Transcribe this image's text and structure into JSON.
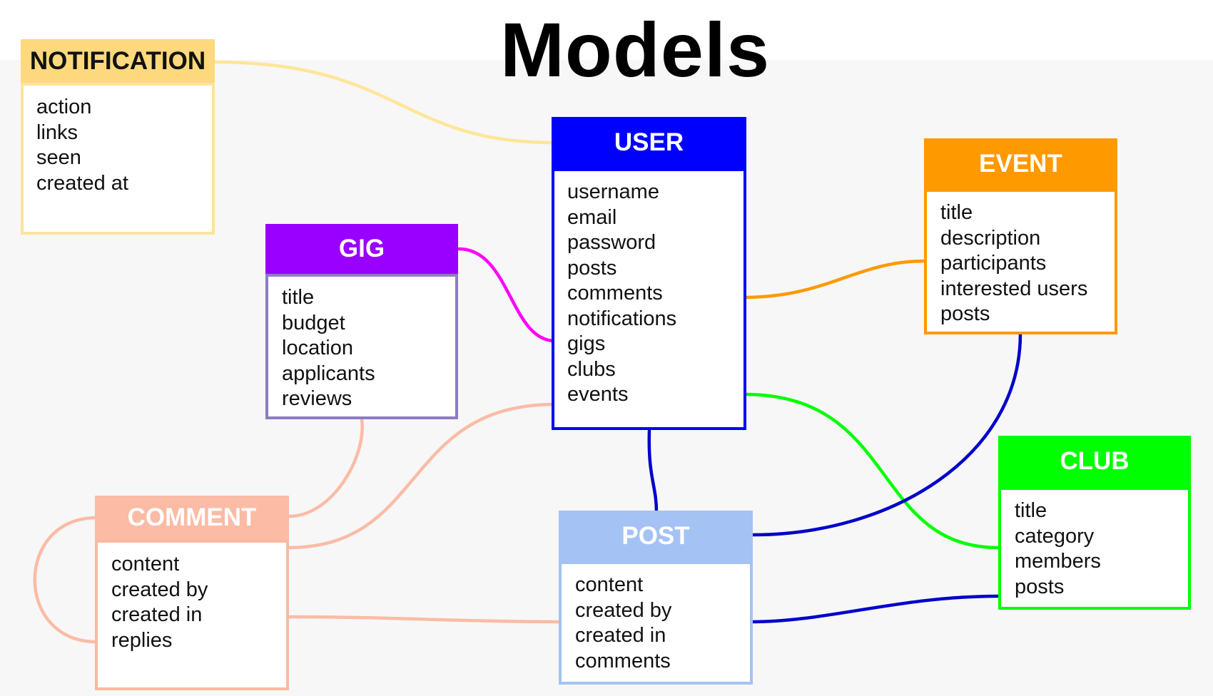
{
  "title": "Models",
  "models": {
    "notification": {
      "name": "NOTIFICATION",
      "color": "#fdd87c",
      "border": "#fde39e",
      "text_color": "#111111",
      "fields": [
        "action",
        "links",
        "seen",
        "created at"
      ]
    },
    "user": {
      "name": "USER",
      "color": "#0000ff",
      "border": "#0000ff",
      "text_color": "#ffffff",
      "fields": [
        "username",
        "email",
        "password",
        "posts",
        "comments",
        "notifications",
        "gigs",
        "clubs",
        "events"
      ]
    },
    "event": {
      "name": "EVENT",
      "color": "#ff9900",
      "border": "#ff9900",
      "text_color": "#ffffff",
      "fields": [
        "title",
        "description",
        "participants",
        "interested users",
        "posts"
      ]
    },
    "gig": {
      "name": "GIG",
      "color": "#9900ff",
      "border": "#8e7cc3",
      "text_color": "#ffffff",
      "fields": [
        "title",
        "budget",
        "location",
        "applicants",
        "reviews"
      ]
    },
    "club": {
      "name": "CLUB",
      "color": "#00ff00",
      "border": "#00ff00",
      "text_color": "#ffffff",
      "fields": [
        "title",
        "category",
        "members",
        "posts"
      ]
    },
    "comment": {
      "name": "COMMENT",
      "color": "#fbbba5",
      "border": "#f9b9a0",
      "text_color": "#ffffff",
      "fields": [
        "content",
        "created by",
        "created in",
        "replies"
      ]
    },
    "post": {
      "name": "POST",
      "color": "#a4c2f4",
      "border": "#a4c2f4",
      "text_color": "#ffffff",
      "fields": [
        "content",
        "created by",
        "created in",
        "comments"
      ]
    }
  },
  "connections": [
    {
      "from": "notification",
      "to": "user",
      "color": "#ffe599"
    },
    {
      "from": "gig",
      "to": "user",
      "color": "#ff00ff"
    },
    {
      "from": "user",
      "to": "event",
      "color": "#ff9900"
    },
    {
      "from": "user",
      "to": "club",
      "color": "#00ff00"
    },
    {
      "from": "user",
      "to": "post",
      "color": "#0000cc"
    },
    {
      "from": "event",
      "to": "post",
      "color": "#0000cc"
    },
    {
      "from": "post",
      "to": "club",
      "color": "#0000cc"
    },
    {
      "from": "gig",
      "to": "comment",
      "color": "#fbbba5"
    },
    {
      "from": "user",
      "to": "comment",
      "color": "#fbbba5"
    },
    {
      "from": "comment",
      "to": "post",
      "color": "#fbbba5"
    },
    {
      "from": "comment",
      "to": "comment",
      "color": "#fbbba5"
    }
  ]
}
